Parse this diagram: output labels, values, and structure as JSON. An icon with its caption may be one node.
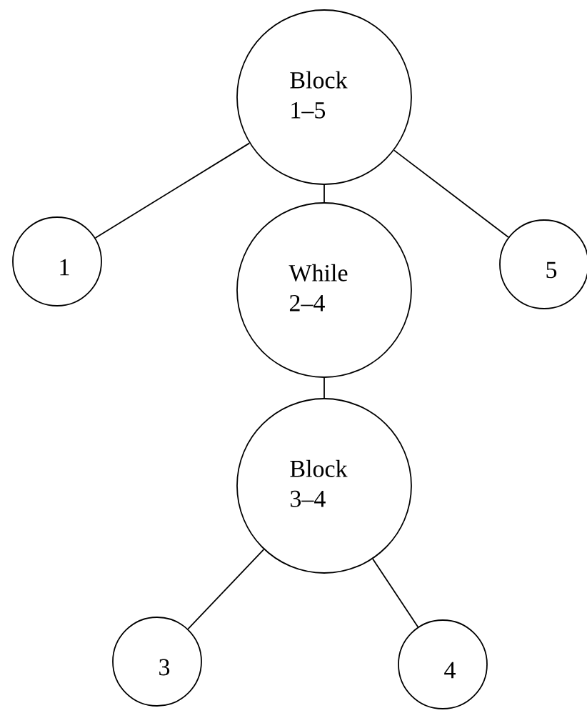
{
  "diagram": {
    "nodes": [
      {
        "text": [
          "Block",
          "1–5"
        ]
      },
      {
        "text": [
          "1"
        ]
      },
      {
        "text": [
          "While",
          "2–4"
        ]
      },
      {
        "text": [
          "5"
        ]
      },
      {
        "text": [
          "Block",
          "3–4"
        ]
      },
      {
        "text": [
          "3"
        ]
      },
      {
        "text": [
          "4"
        ]
      }
    ],
    "edges": [
      {
        "from": 0,
        "to": 1,
        "arrow": "none"
      },
      {
        "from": 0,
        "to": 2,
        "arrow": "none"
      },
      {
        "from": 0,
        "to": 3,
        "arrow": "none"
      },
      {
        "from": 2,
        "to": 4,
        "arrow": "none"
      },
      {
        "from": 4,
        "to": 5,
        "arrow": "none"
      },
      {
        "from": 4,
        "to": 6,
        "arrow": "none"
      }
    ]
  }
}
